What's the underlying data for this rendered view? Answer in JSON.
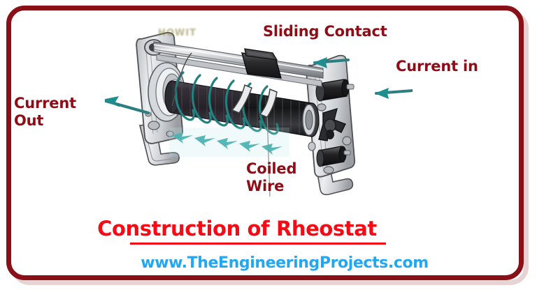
{
  "page": {
    "background_color": "#ffffff",
    "frame_color": "#8a1017"
  },
  "diagram": {
    "subject": "rheostat",
    "title": "Construction of Rheostat",
    "title_color": "#f40b16",
    "site_url": "www.TheEngineeringProjects.com",
    "site_url_color": "#22a7f0",
    "label_color": "#8f0d16",
    "accent_color": "#1f8e8e",
    "watermark_text": "HOWIT",
    "labels": [
      {
        "id": "sliding-contact",
        "text": "Sliding Contact"
      },
      {
        "id": "current-in",
        "text": "Current in"
      },
      {
        "id": "current-out",
        "text": "Current\nOut"
      },
      {
        "id": "coiled-wire",
        "text": "Coiled\nWire"
      }
    ],
    "arrows": [
      {
        "id": "current-out-arrow",
        "direction": "left-up",
        "color": "#1f8e8e"
      },
      {
        "id": "current-in-arrow",
        "direction": "left",
        "color": "#1f8e8e"
      },
      {
        "id": "sliding-contact-arrow",
        "direction": "left",
        "color": "#1f8e8e"
      },
      {
        "id": "coil-flow-arrows",
        "direction": "left",
        "color": "#2aa0a0"
      }
    ],
    "parts": [
      {
        "id": "left-bracket",
        "name": "left metal end bracket"
      },
      {
        "id": "right-bracket",
        "name": "right metal end bracket"
      },
      {
        "id": "slider-rod",
        "name": "sliding contact rod"
      },
      {
        "id": "slider-block",
        "name": "sliding contact block"
      },
      {
        "id": "resistance-coil",
        "name": "coiled resistance wire on ceramic tube"
      },
      {
        "id": "terminal-top-right",
        "name": "top right terminal"
      },
      {
        "id": "terminal-bottom-right",
        "name": "bottom right terminal"
      },
      {
        "id": "y-clamp",
        "name": "Y shaped clamp"
      }
    ]
  }
}
